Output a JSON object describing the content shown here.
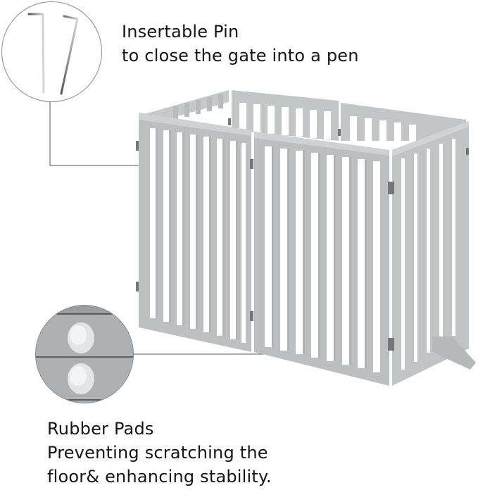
{
  "callouts": {
    "pin": {
      "title": "Insertable Pin",
      "subtitle": "to close the gate into a pen",
      "icon": "pin-icon"
    },
    "pads": {
      "title": "Rubber Pads",
      "line1": "Preventing scratching the",
      "line2": "floor& enhancing stability.",
      "icon": "rubber-pad-icon"
    }
  },
  "product": {
    "name": "folding pet gate",
    "color": "#bcbec0",
    "color_dark": "#a9abae",
    "color_light": "#cfd1d3"
  },
  "colors": {
    "leader_line": "#555555",
    "circle_border": "#8c8c8c",
    "text": "#151515"
  }
}
